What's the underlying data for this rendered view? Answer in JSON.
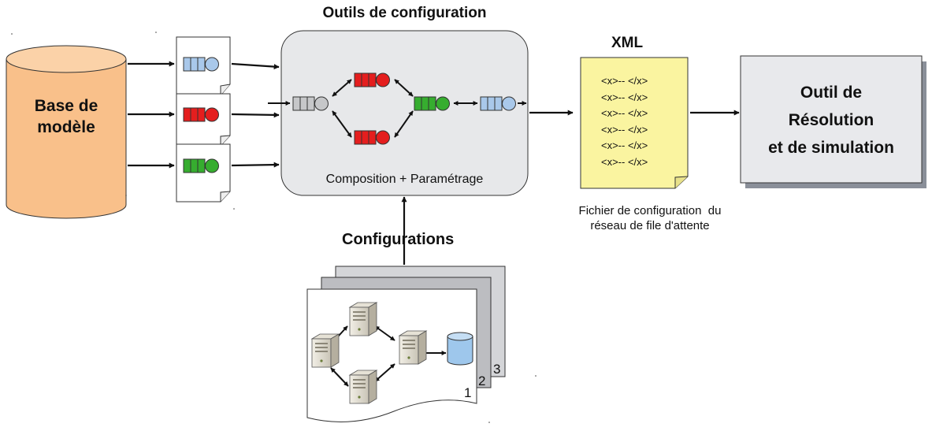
{
  "database": {
    "label_line1": "Base de",
    "label_line2": "modèle"
  },
  "config_tools": {
    "title": "Outils de configuration",
    "caption": "Composition + Paramétrage"
  },
  "configurations": {
    "title": "Configurations",
    "page_numbers": [
      "1",
      "2",
      "3"
    ]
  },
  "xml": {
    "title": "XML",
    "lines": [
      "<x>-- </x>",
      "<x>-- </x>",
      "<x>-- </x>",
      "<x>-- </x>",
      "<x>-- </x>",
      "<x>-- </x>"
    ],
    "caption_line1": "Fichier de configuration  du",
    "caption_line2": "réseau de file d'attente"
  },
  "solver": {
    "line1": "Outil de",
    "line2": "Résolution",
    "line3": "et de simulation"
  },
  "colors": {
    "db_fill": "#f9c08a",
    "db_top": "#fbd2a8",
    "tools_bg": "#e7e8ea",
    "xml_fill": "#faf4a0",
    "solver_fill": "#e8e9ec",
    "solver_shadow": "#8a8f99",
    "queue_blue": "#a9c8ea",
    "queue_red": "#e41e1e",
    "queue_green": "#36ad2f",
    "queue_gray": "#c6c7c9",
    "db_icon": "#9ec7ec"
  }
}
